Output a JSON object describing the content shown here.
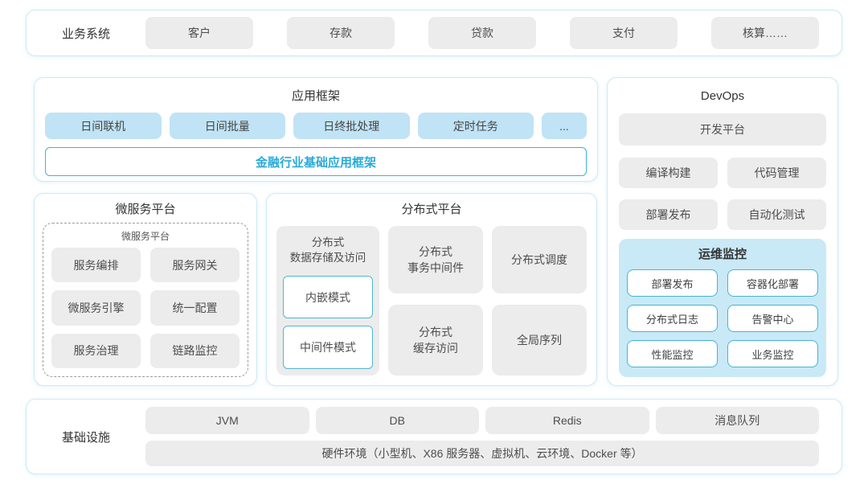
{
  "colors": {
    "panel_border": "#cfe9f3",
    "box_gray": "#ececec",
    "box_blue": "#c0e3f5",
    "ops_panel_bg": "#c9e9f7",
    "accent_teal_border": "#3fb3d6",
    "accent_teal_text": "#2aa9d8",
    "text_dark": "#333333"
  },
  "business_systems": {
    "label": "业务系统",
    "items": [
      "客户",
      "存款",
      "贷款",
      "支付",
      "核算……"
    ]
  },
  "app_framework": {
    "title": "应用框架",
    "items": [
      "日间联机",
      "日间批量",
      "日终批处理",
      "定时任务",
      "..."
    ],
    "base_framework": "金融行业基础应用框架"
  },
  "devops": {
    "title": "DevOps",
    "dev_platform": "开发平台",
    "tools": [
      "编译构建",
      "代码管理",
      "部署发布",
      "自动化测试"
    ],
    "ops_monitor": {
      "title": "运维监控",
      "items": [
        "部署发布",
        "容器化部署",
        "分布式日志",
        "告警中心",
        "性能监控",
        "业务监控"
      ]
    }
  },
  "microservice_platform": {
    "title": "微服务平台",
    "inner_title": "微服务平台",
    "items": [
      "服务编排",
      "服务网关",
      "微服务引擎",
      "统一配置",
      "服务治理",
      "链路监控"
    ]
  },
  "distributed_platform": {
    "title": "分布式平台",
    "storage": {
      "label": "分布式\n数据存储及访问",
      "modes": [
        "内嵌模式",
        "中间件模式"
      ]
    },
    "columns": [
      {
        "top": "分布式\n事务中间件",
        "bottom": "分布式\n缓存访问"
      },
      {
        "top": "分布式调度",
        "bottom": "全局序列"
      }
    ]
  },
  "infrastructure": {
    "label": "基础设施",
    "items": [
      "JVM",
      "DB",
      "Redis",
      "消息队列"
    ],
    "hardware": "硬件环境（小型机、X86 服务器、虚拟机、云环境、Docker 等）"
  }
}
